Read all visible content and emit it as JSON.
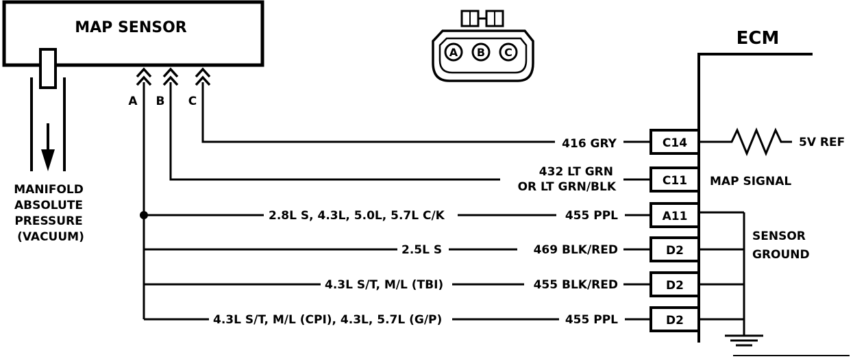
{
  "sensor": {
    "title": "MAP SENSOR",
    "pins": [
      "A",
      "B",
      "C"
    ],
    "pressure_label": [
      "MANIFOLD",
      "ABSOLUTE",
      "PRESSURE",
      "(VACUUM)"
    ]
  },
  "connector": {
    "pins": [
      "A",
      "B",
      "C"
    ]
  },
  "ecm": {
    "title": "ECM"
  },
  "circuits": {
    "c14": {
      "wire": "416  GRY",
      "terminal": "C14",
      "ref": "5V REF"
    },
    "c11": {
      "wire_line1": "432  LT GRN",
      "wire_line2": "OR LT GRN/BLK",
      "terminal": "C11",
      "signal": "MAP SIGNAL"
    },
    "ground_group_label": [
      "SENSOR",
      "GROUND"
    ],
    "grounds": [
      {
        "variant": "2.8L S, 4.3L, 5.0L, 5.7L C/K",
        "wire": "455 PPL",
        "terminal": "A11"
      },
      {
        "variant": "2.5L S",
        "wire": "469  BLK/RED",
        "terminal": "D2"
      },
      {
        "variant": "4.3L S/T, M/L (TBI)",
        "wire": "455 BLK/RED",
        "terminal": "D2"
      },
      {
        "variant": "4.3L S/T, M/L (CPI), 4.3L, 5.7L (G/P)",
        "wire": "455 PPL",
        "terminal": "D2"
      }
    ]
  }
}
